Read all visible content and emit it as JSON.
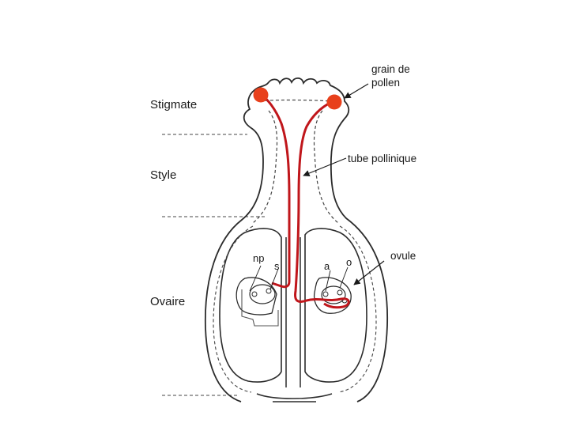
{
  "labels": {
    "stigmate": "Stigmate",
    "style": "Style",
    "ovaire": "Ovaire",
    "grain_line1": "grain de",
    "grain_line2": "pollen",
    "tube_pollinique": "tube pollinique",
    "ovule": "ovule",
    "np": "np",
    "s": "s",
    "a": "a",
    "o": "o"
  },
  "colors": {
    "outline": "#2b2b2b",
    "dashed": "#444444",
    "pollen_tube": "#c0161b",
    "pollen_grain": "#e8401c",
    "text": "#1a1a1a"
  }
}
